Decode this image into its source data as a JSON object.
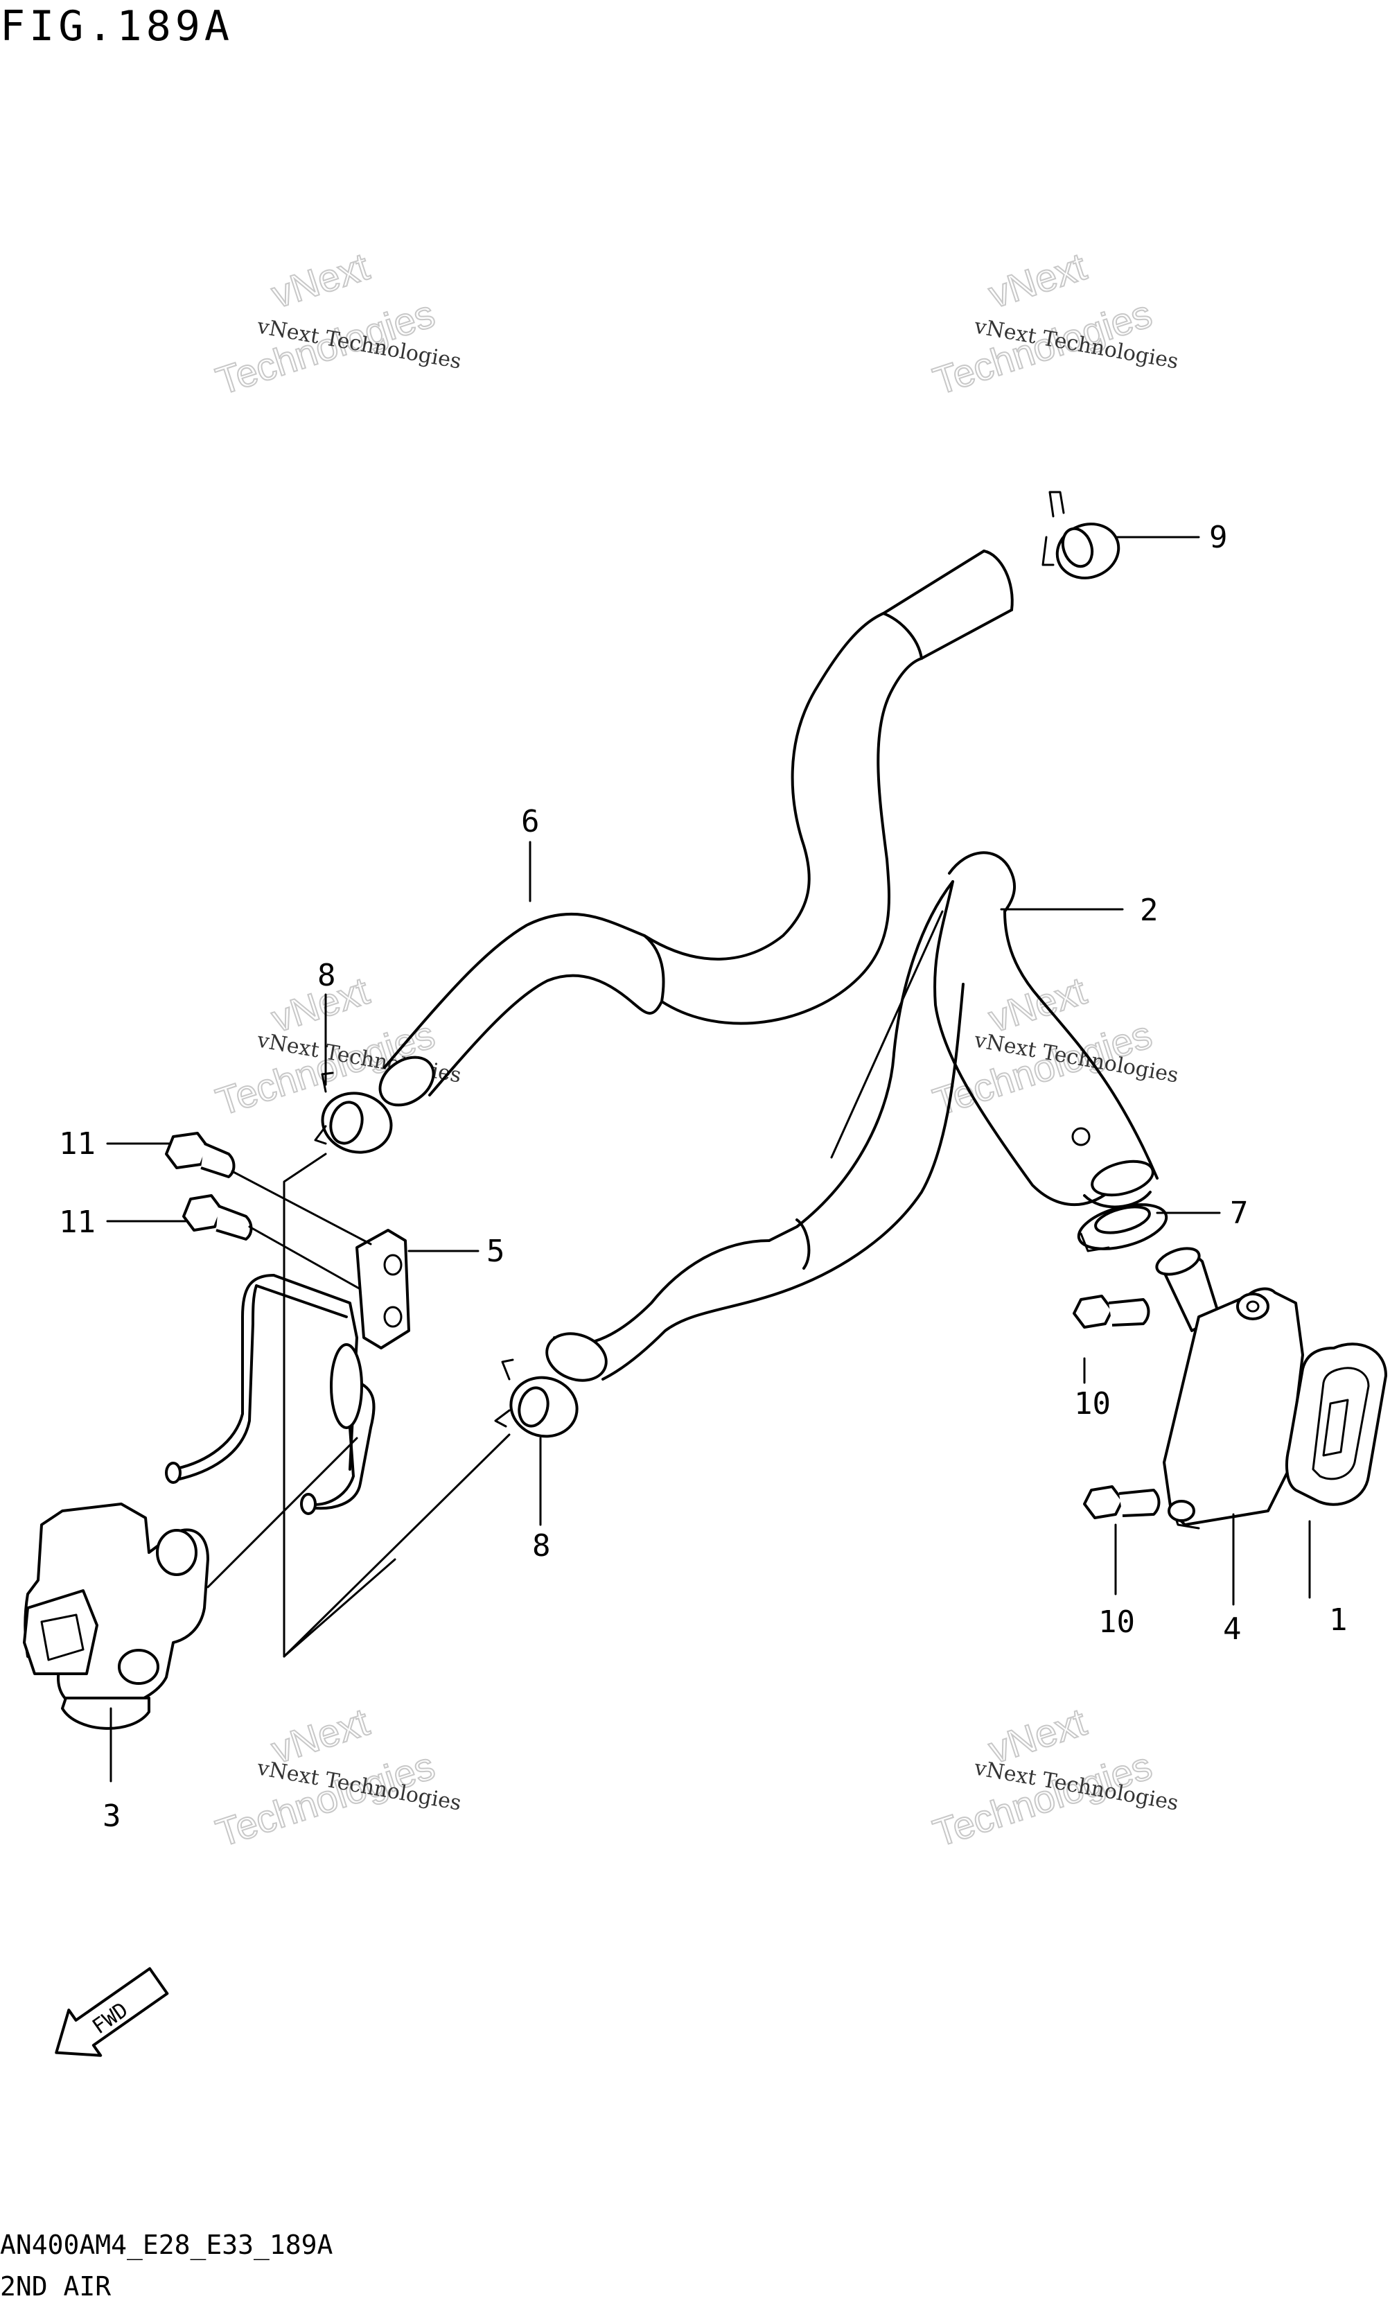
{
  "figure": {
    "title": "FIG.189A",
    "model_code": "AN400AM4_E28_E33_189A",
    "section_name": "2ND AIR"
  },
  "watermark": {
    "line1": "vNext Technologies",
    "line2": "vNext",
    "line3": "Technologies"
  },
  "fwd_label": "FWD",
  "callouts": [
    {
      "id": "c1",
      "text": "1"
    },
    {
      "id": "c2",
      "text": "2"
    },
    {
      "id": "c3",
      "text": "3"
    },
    {
      "id": "c4",
      "text": "4"
    },
    {
      "id": "c5",
      "text": "5"
    },
    {
      "id": "c6",
      "text": "6"
    },
    {
      "id": "c7",
      "text": "7"
    },
    {
      "id": "c8a",
      "text": "8"
    },
    {
      "id": "c8b",
      "text": "8"
    },
    {
      "id": "c9",
      "text": "9"
    },
    {
      "id": "c10a",
      "text": "10"
    },
    {
      "id": "c10b",
      "text": "10"
    },
    {
      "id": "c11a",
      "text": "11"
    },
    {
      "id": "c11b",
      "text": "11"
    }
  ]
}
